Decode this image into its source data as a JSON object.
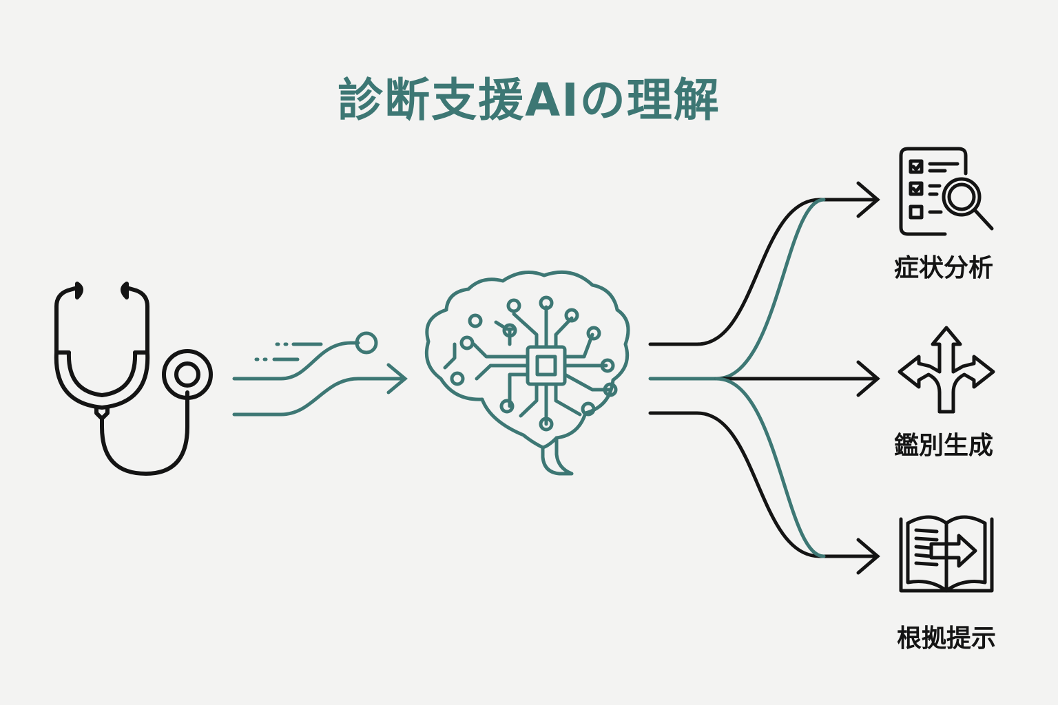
{
  "title": "診断支援AIの理解",
  "input": {
    "icon": "stethoscope-icon"
  },
  "processor": {
    "icon": "brain-circuit-icon"
  },
  "outputs": [
    {
      "label": "症状分析",
      "icon": "checklist-magnifier-icon"
    },
    {
      "label": "鑑別生成",
      "icon": "branching-arrows-icon"
    },
    {
      "label": "根拠提示",
      "icon": "open-book-arrow-icon"
    }
  ],
  "colors": {
    "accent": "#3d7774",
    "ink": "#141414",
    "background": "#f3f3f2"
  }
}
